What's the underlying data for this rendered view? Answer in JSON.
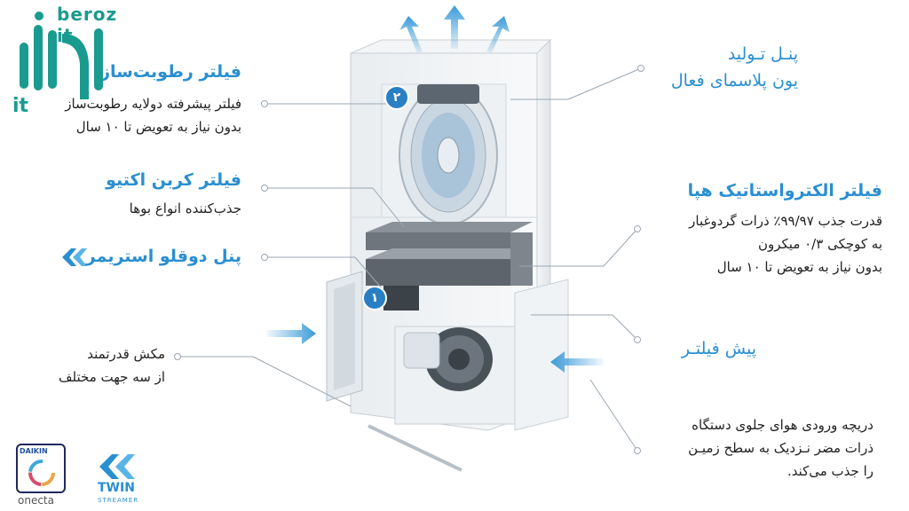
{
  "brand": {
    "logo_text": "beroz it",
    "logo_color": "#1a9b8f",
    "daikin_text": "DAIKIN",
    "onecta_text": "onecta",
    "twin_text": "TWIN",
    "streamer_text": "STREAMER"
  },
  "labels": {
    "humidifier": {
      "title": "فیلتر رطوبت‌ساز",
      "lines": [
        "فیلتر پیشرفته دولایه رطوبت‌ساز",
        "بدون نیاز به تعویض تا ۱۰ سال"
      ]
    },
    "carbon": {
      "title": "فیلتر کربن اکتیو",
      "lines": [
        "جذب‌کننده انواع بوها"
      ]
    },
    "twin_panel": {
      "title": "پنل دوقلو استریمر"
    },
    "fan": {
      "lines": [
        "مکش قدرتمند",
        "از سه جهت مختلف"
      ]
    },
    "ion_panel": {
      "title_line1": "پنـل تـولید",
      "title_line2": "یون پلاسمای فعال"
    },
    "hepa": {
      "title": "فیلتر الکترواستاتیک هپا",
      "lines": [
        "قدرت جذب ۹۹/۹۷٪ ذرات گردوغبار",
        "به کوچکی ۰/۳ میکرون",
        "بدون نیاز به تعویض تا ۱۰ سال"
      ]
    },
    "prefilter": {
      "title": "پیش فیلتـر"
    },
    "intake": {
      "lines": [
        "دریچه ورودی هوای جلوی دستگاه",
        "ذرات مضر نـزدیک به سطح زمیـن",
        "را جذب می‌کند."
      ]
    }
  },
  "badges": [
    "۲",
    "۱"
  ],
  "colors": {
    "accent": "#2a8fd0",
    "text": "#222222",
    "leader": "#9aa7b3",
    "arrow": "#3a9ad9"
  }
}
